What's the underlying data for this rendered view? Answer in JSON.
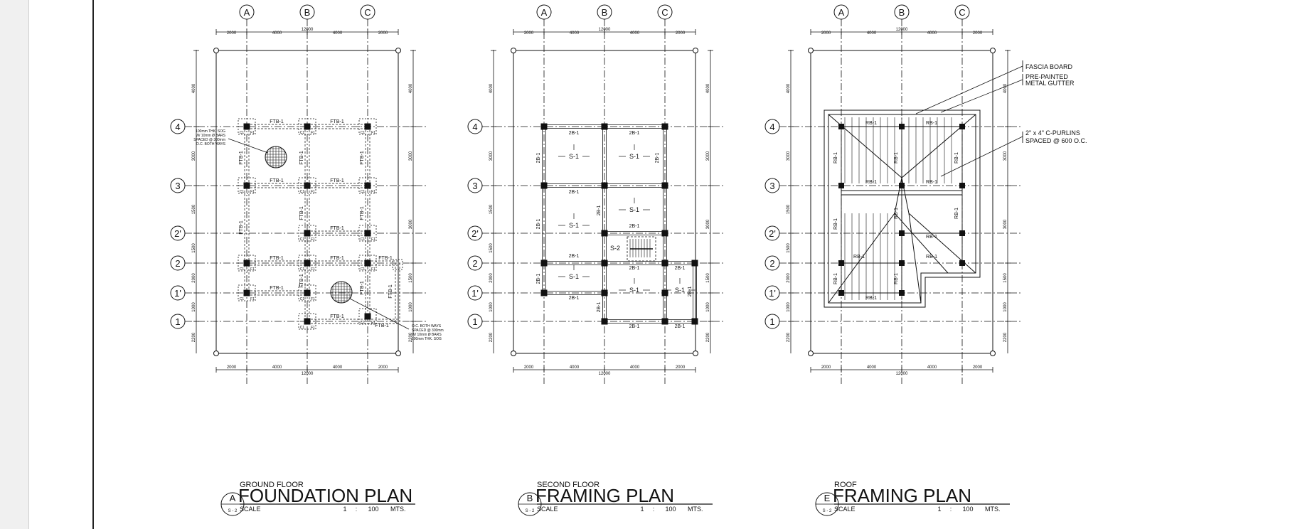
{
  "grid": {
    "columns": [
      "A",
      "B",
      "C"
    ],
    "rows": [
      "4",
      "3",
      "2'",
      "2",
      "1'",
      "1"
    ]
  },
  "dimensions": {
    "top": [
      "2000",
      "4000",
      "4000",
      "2000"
    ],
    "top_total": "12000",
    "bottom": [
      "2000",
      "4000",
      "4000",
      "2000"
    ],
    "bottom_total": "12000",
    "left": [
      "4000",
      "3000",
      "1500",
      "1500",
      "2000",
      "1000",
      "2200"
    ],
    "right": [
      "4000",
      "3000",
      "3000",
      "1500",
      "1000",
      "2200"
    ]
  },
  "foundation": {
    "footing_tag": "F1",
    "column_tag": "C1",
    "beam_tag": "FTB-1",
    "tie_beam_tag": "FTB-1",
    "slab_note": [
      "100mm THK. SOG",
      "W/ 10mm Ø BARS",
      "SPACED @ 300mm",
      "O.C. BOTH WAYS"
    ],
    "slab_note_2": [
      "O.C. BOTH WAYS",
      "SPACED @ 300mm",
      "W/ 10mm Ø BARS",
      "100mm THK. SOG"
    ]
  },
  "second_floor": {
    "beam_tag": "2B-1",
    "slab_tag": "S-1",
    "stair_slab_tag": "S-2"
  },
  "roof": {
    "beam_tag": "RB-1",
    "callouts": {
      "fascia": "FASCIA BOARD",
      "gutter_1": "PRE-PAINTED",
      "gutter_2": "METAL GUTTER",
      "purlins_1": "2\" x 4\" C-PURLINS",
      "purlins_2": "SPACED @ 600 O.C."
    }
  },
  "titles": [
    {
      "sub": "GROUND FLOOR",
      "main": "FOUNDATION PLAN",
      "letter": "A",
      "sheet": "S - 2",
      "scale_label": "SCALE",
      "ratio_a": "1",
      "ratio_sep": ":",
      "ratio_b": "100",
      "unit": "MTS."
    },
    {
      "sub": "SECOND FLOOR",
      "main": "FRAMING PLAN",
      "letter": "B",
      "sheet": "S - 2",
      "scale_label": "SCALE",
      "ratio_a": "1",
      "ratio_sep": ":",
      "ratio_b": "100",
      "unit": "MTS."
    },
    {
      "sub": "ROOF",
      "main": "FRAMING PLAN",
      "letter": "E",
      "sheet": "S - 2",
      "scale_label": "SCALE",
      "ratio_a": "1",
      "ratio_sep": ":",
      "ratio_b": "100",
      "unit": "MTS."
    }
  ]
}
